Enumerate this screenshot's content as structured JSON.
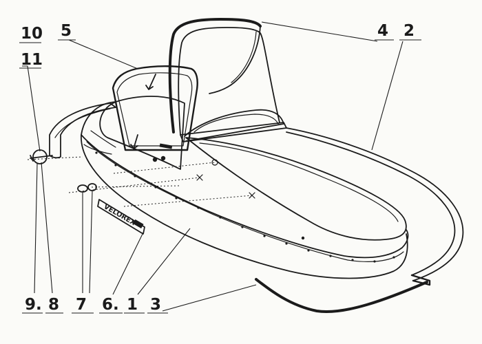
{
  "diagram": {
    "brand_plate": "VELOREX",
    "callouts": {
      "label_10": "10",
      "label_11": "11",
      "label_5": "5",
      "label_4": "4",
      "label_2": "2",
      "label_9": "9.",
      "label_8": "8",
      "label_7": "7",
      "label_6": "6.",
      "label_1": "1",
      "label_3": "3"
    }
  },
  "colors": {
    "ink": "#1b1b1b",
    "paper": "#fbfbf8"
  }
}
